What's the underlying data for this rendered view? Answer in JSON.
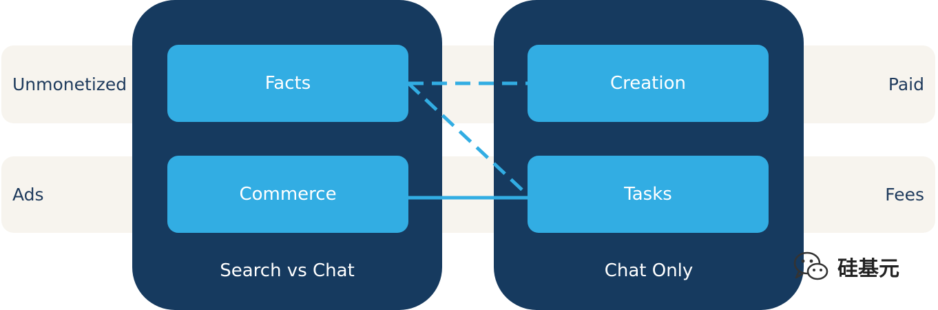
{
  "left_labels": [
    "Unmonetized",
    "Ads"
  ],
  "right_labels": [
    "Paid",
    "Fees"
  ],
  "left_panel": {
    "title": "Search vs Chat",
    "cards": [
      "Facts",
      "Commerce"
    ]
  },
  "right_panel": {
    "title": "Chat Only",
    "cards": [
      "Creation",
      "Tasks"
    ]
  },
  "connections": [
    {
      "from": "Facts",
      "to": "Creation",
      "style": "dashed"
    },
    {
      "from": "Facts",
      "to": "Tasks",
      "style": "dashed"
    },
    {
      "from": "Commerce",
      "to": "Tasks",
      "style": "solid"
    }
  ],
  "watermark": {
    "text": "硅基元",
    "icon": "wechat-icon"
  },
  "colors": {
    "panel": "#163a5f",
    "card": "#32ade3",
    "band": "#f7f4ee",
    "label_text": "#1e3a5c",
    "connector": "#32ade3"
  }
}
